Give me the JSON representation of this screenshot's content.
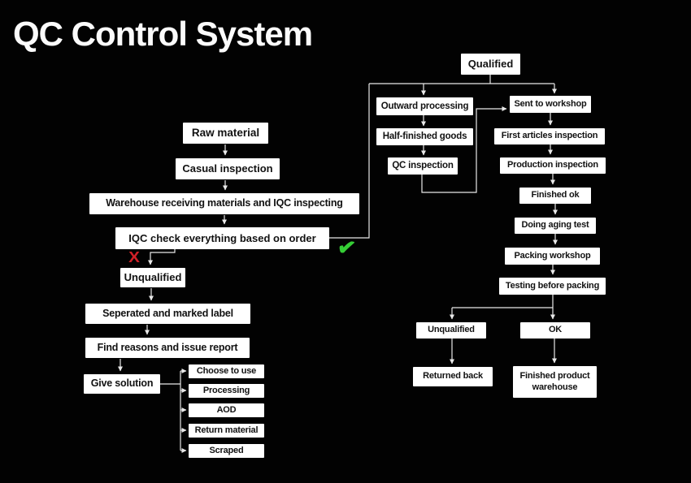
{
  "title": "QC Control System",
  "flowchart": {
    "nodes": {
      "raw_material": {
        "label": "Raw material"
      },
      "casual_inspection": {
        "label": "Casual inspection"
      },
      "warehouse": {
        "label": "Warehouse receiving materials and IQC inspecting"
      },
      "iqc_check": {
        "label": "IQC check everything based on order"
      },
      "unqualified_left": {
        "label": "Unqualified"
      },
      "seperated": {
        "label": "Seperated and marked label"
      },
      "find_reasons": {
        "label": "Find reasons and issue report"
      },
      "give_solution": {
        "label": "Give solution"
      },
      "choose_to_use": {
        "label": "Choose to use"
      },
      "processing": {
        "label": "Processing"
      },
      "aod": {
        "label": "AOD"
      },
      "return_material": {
        "label": "Return material"
      },
      "scraped": {
        "label": "Scraped"
      },
      "qualified": {
        "label": "Qualified"
      },
      "outward_processing": {
        "label": "Outward processing"
      },
      "half_finished_goods": {
        "label": "Half-finished goods"
      },
      "qc_inspection": {
        "label": "QC inspection"
      },
      "sent_to_workshop": {
        "label": "Sent to workshop"
      },
      "first_articles_inspection": {
        "label": "First articles inspection"
      },
      "production_inspection": {
        "label": "Production inspection"
      },
      "finished_ok": {
        "label": "Finished ok"
      },
      "doing_aging_test": {
        "label": "Doing aging test"
      },
      "packing_workshop": {
        "label": "Packing workshop"
      },
      "testing_before_packing": {
        "label": "Testing before packing"
      },
      "unqualified_right": {
        "label": "Unqualified"
      },
      "ok": {
        "label": "OK"
      },
      "returned_back": {
        "label": "Returned back"
      },
      "finished_product_warehouse": {
        "label": "Finished product warehouse"
      }
    },
    "marks": {
      "unqualified_mark": "X",
      "qualified_mark": "✔"
    },
    "colors": {
      "background": "#020202",
      "box_fill": "#ffffff",
      "box_text": "#121212",
      "line": "#e9e9e9",
      "fail_red": "#d02027",
      "pass_green": "#35cd35"
    }
  }
}
